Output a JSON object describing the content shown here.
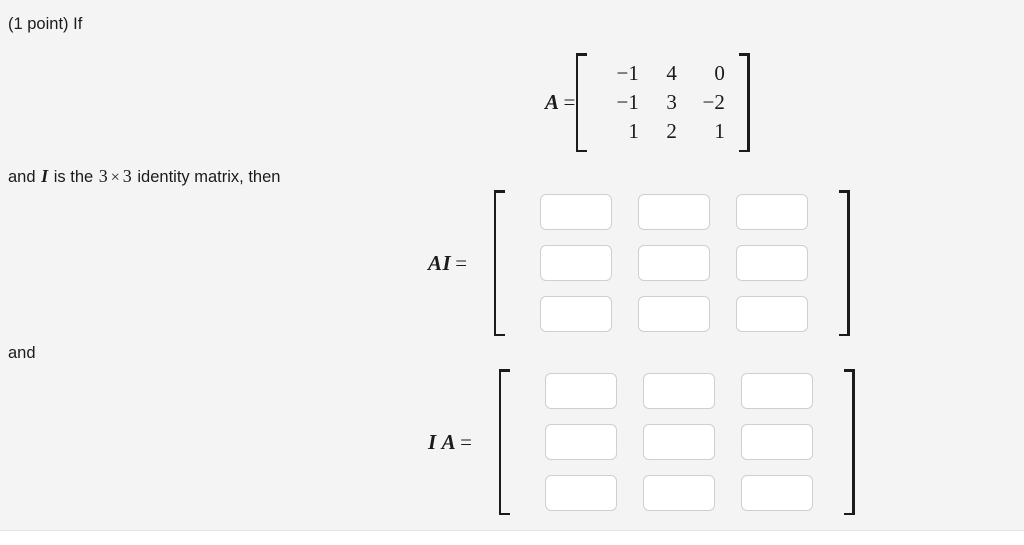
{
  "page": {
    "background_color": "#f4f4f4",
    "text_color": "#1b1b1b",
    "box_border_color": "#cfcfcf"
  },
  "question": {
    "points_label": "(1 point)",
    "intro_word": "If",
    "line1_prefix": "(1 point) If",
    "identity_line": {
      "lead": "and",
      "var": "I",
      "mid": "is the",
      "dim_a": "3",
      "times": "×",
      "dim_b": "3",
      "tail": "identity matrix, then"
    },
    "connector": "and"
  },
  "matrix_a": {
    "label_var": "A",
    "label_eq": "=",
    "rows": [
      [
        "−1",
        "4",
        "0"
      ],
      [
        "−1",
        "3",
        "−2"
      ],
      [
        "1",
        "2",
        "1"
      ]
    ]
  },
  "answers": [
    {
      "id": "AI",
      "label_var": "AI",
      "label_eq": "=",
      "cells": [
        [
          "",
          "",
          ""
        ],
        [
          "",
          "",
          ""
        ],
        [
          "",
          "",
          ""
        ]
      ],
      "placeholder": ""
    },
    {
      "id": "IA",
      "label_var": "I A",
      "label_eq": "=",
      "cells": [
        [
          "",
          "",
          ""
        ],
        [
          "",
          "",
          ""
        ],
        [
          "",
          "",
          ""
        ]
      ],
      "placeholder": ""
    }
  ]
}
